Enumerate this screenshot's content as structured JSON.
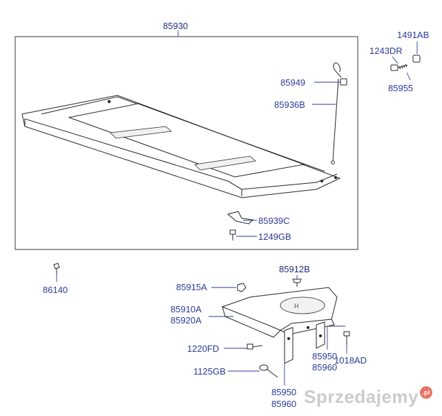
{
  "labels": {
    "assembly": "85930",
    "p85949": "85949",
    "p85936B": "85936B",
    "p1491AB": "1491AB",
    "p1243DR": "1243DR",
    "p85955": "85955",
    "p85939C": "85939C",
    "p1249GB": "1249GB",
    "p86140": "86140",
    "p85912B": "85912B",
    "p85915A": "85915A",
    "p85910A": "85910A",
    "p85920A": "85920A",
    "p1220FD": "1220FD",
    "p1125GB": "1125GB",
    "p85950_a": "85950",
    "p85960_a": "85960",
    "p85950_b": "85950",
    "p85960_b": "85960",
    "p1018AD": "1018AD"
  },
  "watermark": {
    "text": "Sprzedajemy",
    "badge": ".pl"
  }
}
